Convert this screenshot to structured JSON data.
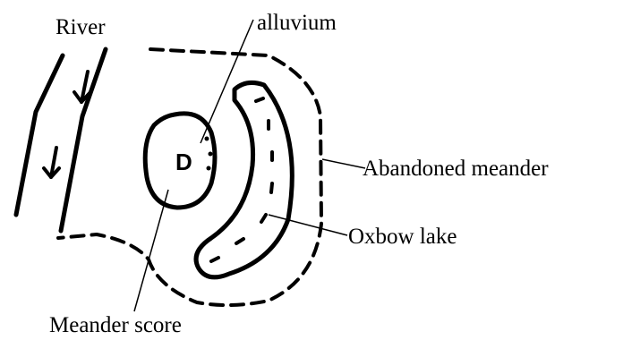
{
  "labels": {
    "river": "River",
    "alluvium": "alluvium",
    "abandoned_meander": "Abandoned meander",
    "oxbow_lake": "Oxbow lake",
    "meander_score": "Meander score",
    "core_letter": "D"
  },
  "colors": {
    "ink": "#000000",
    "background": "#ffffff"
  }
}
